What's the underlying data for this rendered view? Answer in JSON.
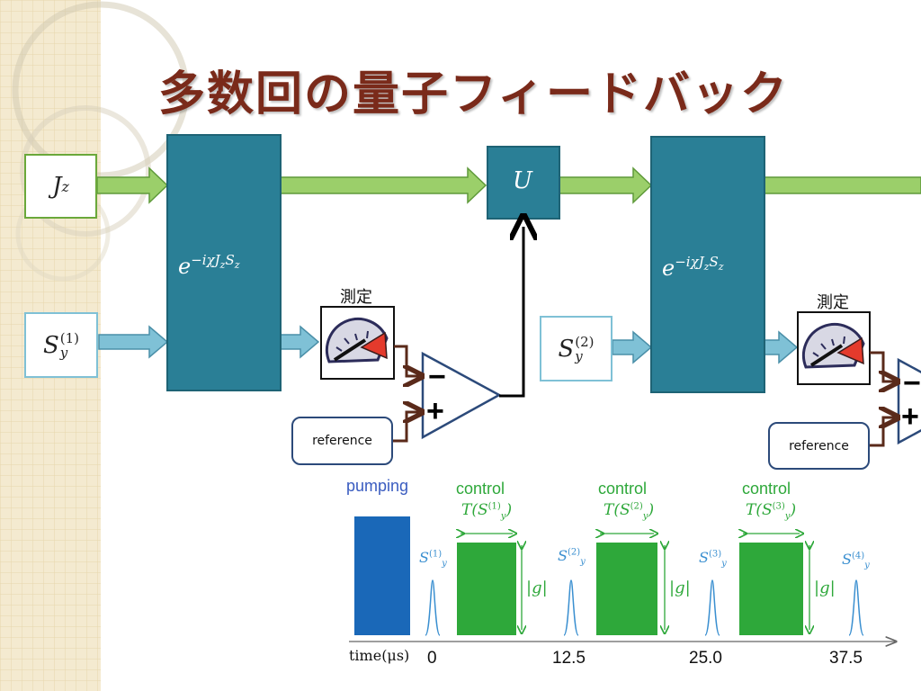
{
  "slide": {
    "title": "多数回の量子フィードバック"
  },
  "diagram": {
    "inputs": {
      "jz": "J",
      "jz_sub": "z",
      "sy_base": "S",
      "sy_sub": "y",
      "sy1_sup": "(1)",
      "sy2_sup": "(2)"
    },
    "interaction_label": "e",
    "interaction_exponent": "−iχJ",
    "interaction_exp_sub1": "z",
    "interaction_exp_mid": "S",
    "interaction_exp_sub2": "z",
    "unitary_label": "U",
    "measurement_label": "測定",
    "comparator_minus": "−",
    "comparator_plus": "+",
    "reference_label": "reference"
  },
  "timeline": {
    "pumping_label": "pumping",
    "control_label": "control",
    "control_duration_labels": [
      "T(S",
      "T(S",
      "T(S"
    ],
    "control_duration_sups": [
      "(1)",
      "(2)",
      "(3)"
    ],
    "coupling_label": "|g|",
    "probe_labels": [
      "(1)",
      "(2)",
      "(3)",
      "(4)"
    ],
    "axis_label": "time(μs)",
    "ticks": [
      "0",
      "12.5",
      "25.0",
      "37.5"
    ]
  },
  "colors": {
    "title": "#7a2a1a",
    "block_teal": "#2a7f96",
    "arrow_green": "#9bcf6a",
    "arrow_blue": "#7fc1d6",
    "pumping_blue": "#1a68b8",
    "control_green": "#2ea83a",
    "probe_blue": "#3a8fd0",
    "feedback_brown": "#5a2a1a"
  }
}
